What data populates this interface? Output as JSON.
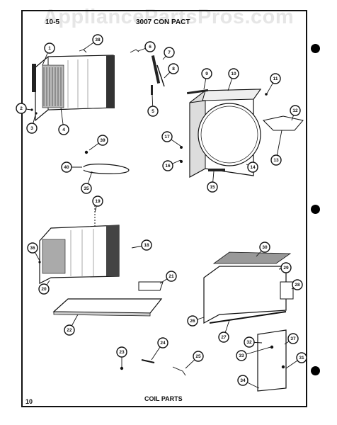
{
  "watermark": "AppliancePartsPros.com",
  "header": {
    "left": "10-5",
    "center": "3007 CON PACT"
  },
  "footer": {
    "page_number": "10",
    "title": "COIL PARTS"
  },
  "callouts": [
    "1",
    "2",
    "3",
    "4",
    "5",
    "6",
    "7",
    "8",
    "9",
    "10",
    "11",
    "12",
    "13",
    "14",
    "15",
    "16",
    "17",
    "18",
    "19",
    "20",
    "21",
    "22",
    "23",
    "24",
    "25",
    "26",
    "27",
    "28",
    "29",
    "30",
    "31",
    "32",
    "33",
    "34",
    "35",
    "36",
    "37",
    "38",
    "39",
    "40"
  ]
}
